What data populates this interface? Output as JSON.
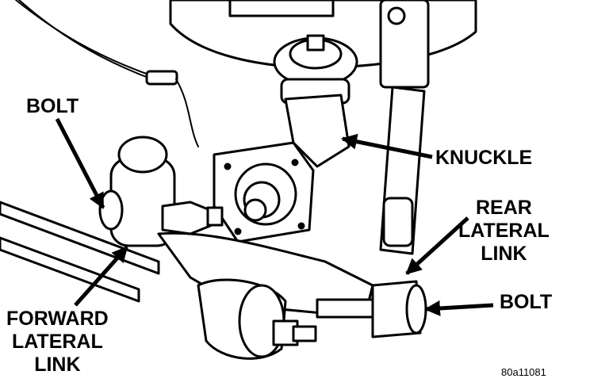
{
  "labels": {
    "bolt_left": "BOLT",
    "knuckle": "KNUCKLE",
    "rear_lateral_link": [
      "REAR",
      "LATERAL",
      "LINK"
    ],
    "forward_lateral_link": [
      "FORWARD",
      "LATERAL",
      "LINK"
    ],
    "bolt_right": "BOLT"
  },
  "figure_id": "80a11081",
  "colors": {
    "ink": "#000000",
    "paper": "#ffffff"
  }
}
